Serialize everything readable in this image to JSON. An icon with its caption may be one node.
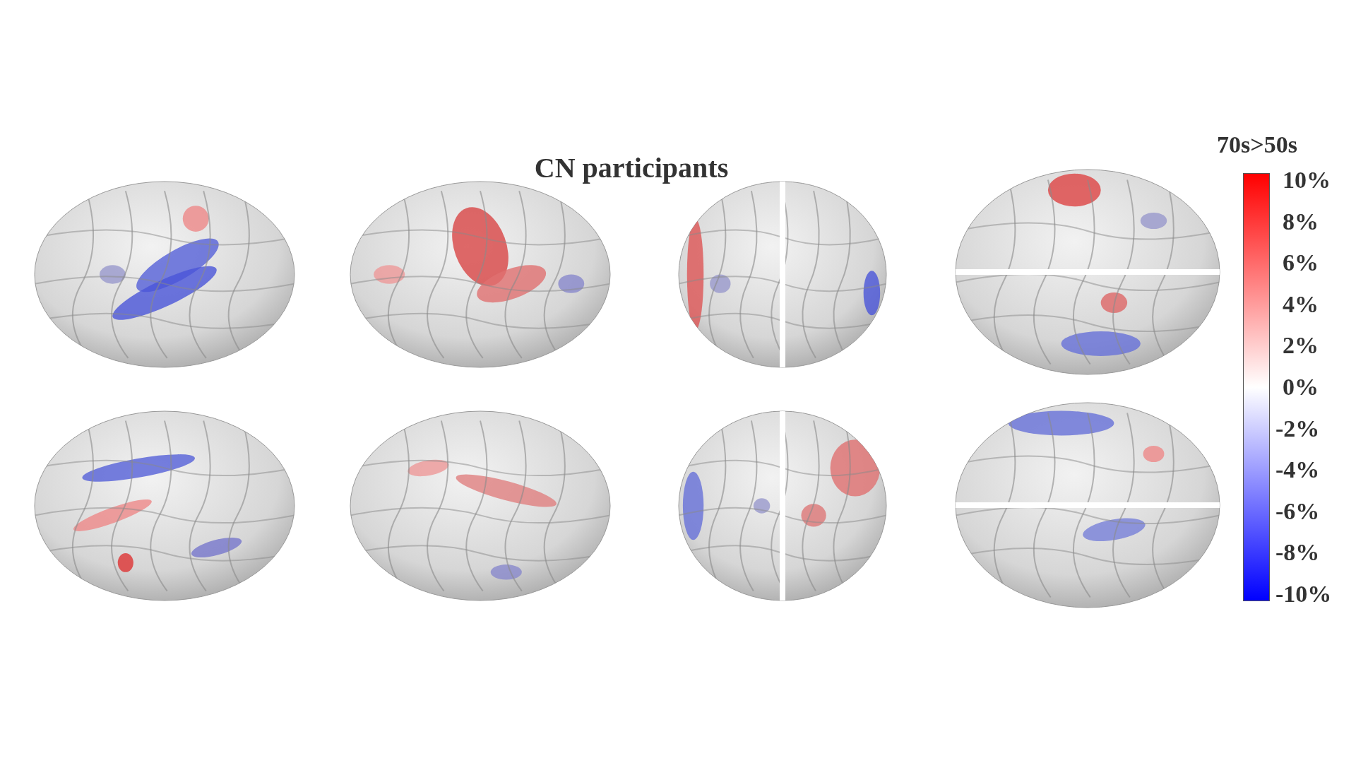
{
  "diagram": {
    "title": "CN participants",
    "labels": [
      "70s>50s",
      "10%",
      "8%",
      "6%",
      "4%",
      "2%",
      "0%",
      "-2%",
      "-4%",
      "-6%",
      "-8%",
      "-10%"
    ]
  }
}
